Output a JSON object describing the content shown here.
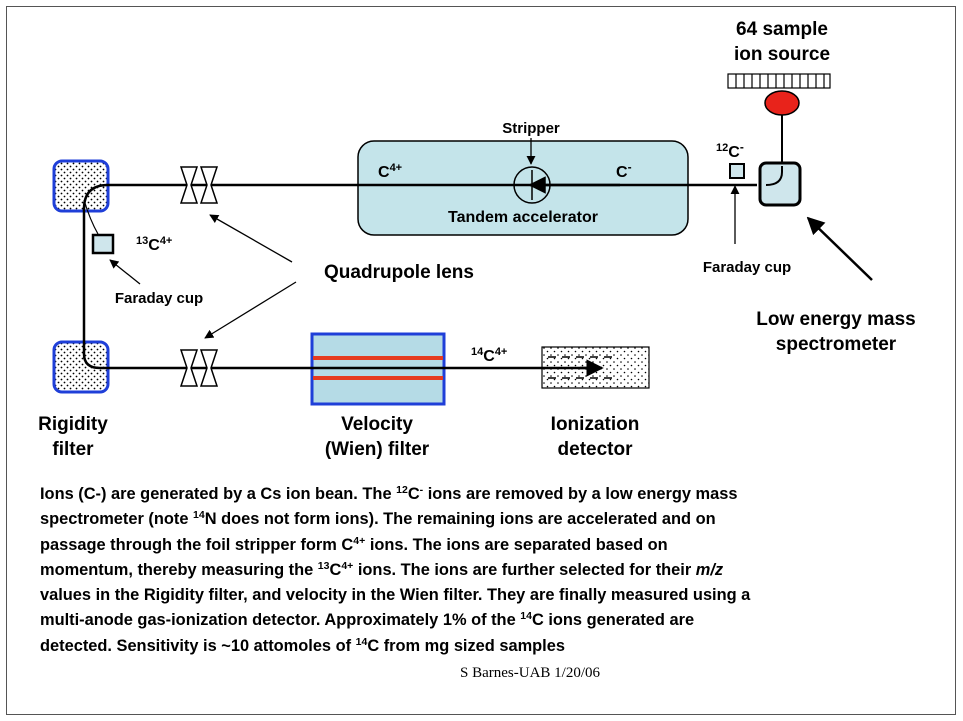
{
  "diagram": {
    "labels": {
      "ion_source_l1": "64 sample",
      "ion_source_l2": "ion source",
      "stripper": "Stripper",
      "c4plus_base": "C",
      "c4plus_sup": "4+",
      "cminus_base": "C",
      "cminus_sup": "-",
      "tandem": "Tandem accelerator",
      "c12_sup": "12",
      "c12_base": "C",
      "c12_charge": "-",
      "faraday_right": "Faraday cup",
      "c13_sup": "13",
      "c13_base": "C",
      "c13_charge": "4+",
      "quadrupole": "Quadrupole lens",
      "faraday_left": "Faraday cup",
      "low_energy_l1": "Low energy mass",
      "low_energy_l2": "spectrometer",
      "c14_sup": "14",
      "c14_base": "C",
      "c14_charge": "4+",
      "rigidity_l1": "Rigidity",
      "rigidity_l2": "filter",
      "velocity_l1": "Velocity",
      "velocity_l2": "(Wien) filter",
      "ionization_l1": "Ionization",
      "ionization_l2": "detector"
    },
    "colors": {
      "tandem_fill": "#c4e4ea",
      "velocity_fill": "#b5dbe6",
      "filter_border": "#1f3fd8",
      "wien_plates": "#e63c1f",
      "ion_source_oval": "#e8231b",
      "cup_fill": "#cfe6ec"
    }
  },
  "caption": {
    "l1_a": "Ions (C-) are generated by a Cs ion bean. The ",
    "l1_sup": "12",
    "l1_b": "C",
    "l1_sup2": "-",
    "l1_c": " ions are removed by a low energy mass",
    "l2_a": "spectrometer (note ",
    "l2_sup": "14",
    "l2_b": "N does not form ions). The remaining ions are accelerated and on",
    "l3_a": "passage through the foil stripper form C",
    "l3_sup": "4+",
    "l3_b": " ions. The ions are separated based on",
    "l4_a": "momentum, thereby measuring the ",
    "l4_sup": "13",
    "l4_b": "C",
    "l4_sup2": "4+",
    "l4_c": " ions. The ions are further selected for their ",
    "l4_em": "m/z",
    "l5": "values in the Rigidity filter, and velocity in the Wien filter. They are finally measured using a",
    "l6_a": "multi-anode gas-ionization detector. Approximately 1% of the ",
    "l6_sup": "14",
    "l6_b": "C ions generated are",
    "l7_a": "detected. Sensitivity is ~10 attomoles of ",
    "l7_sup": "14",
    "l7_b": "C from mg sized samples"
  },
  "credit": "S Barnes-UAB 1/20/06"
}
